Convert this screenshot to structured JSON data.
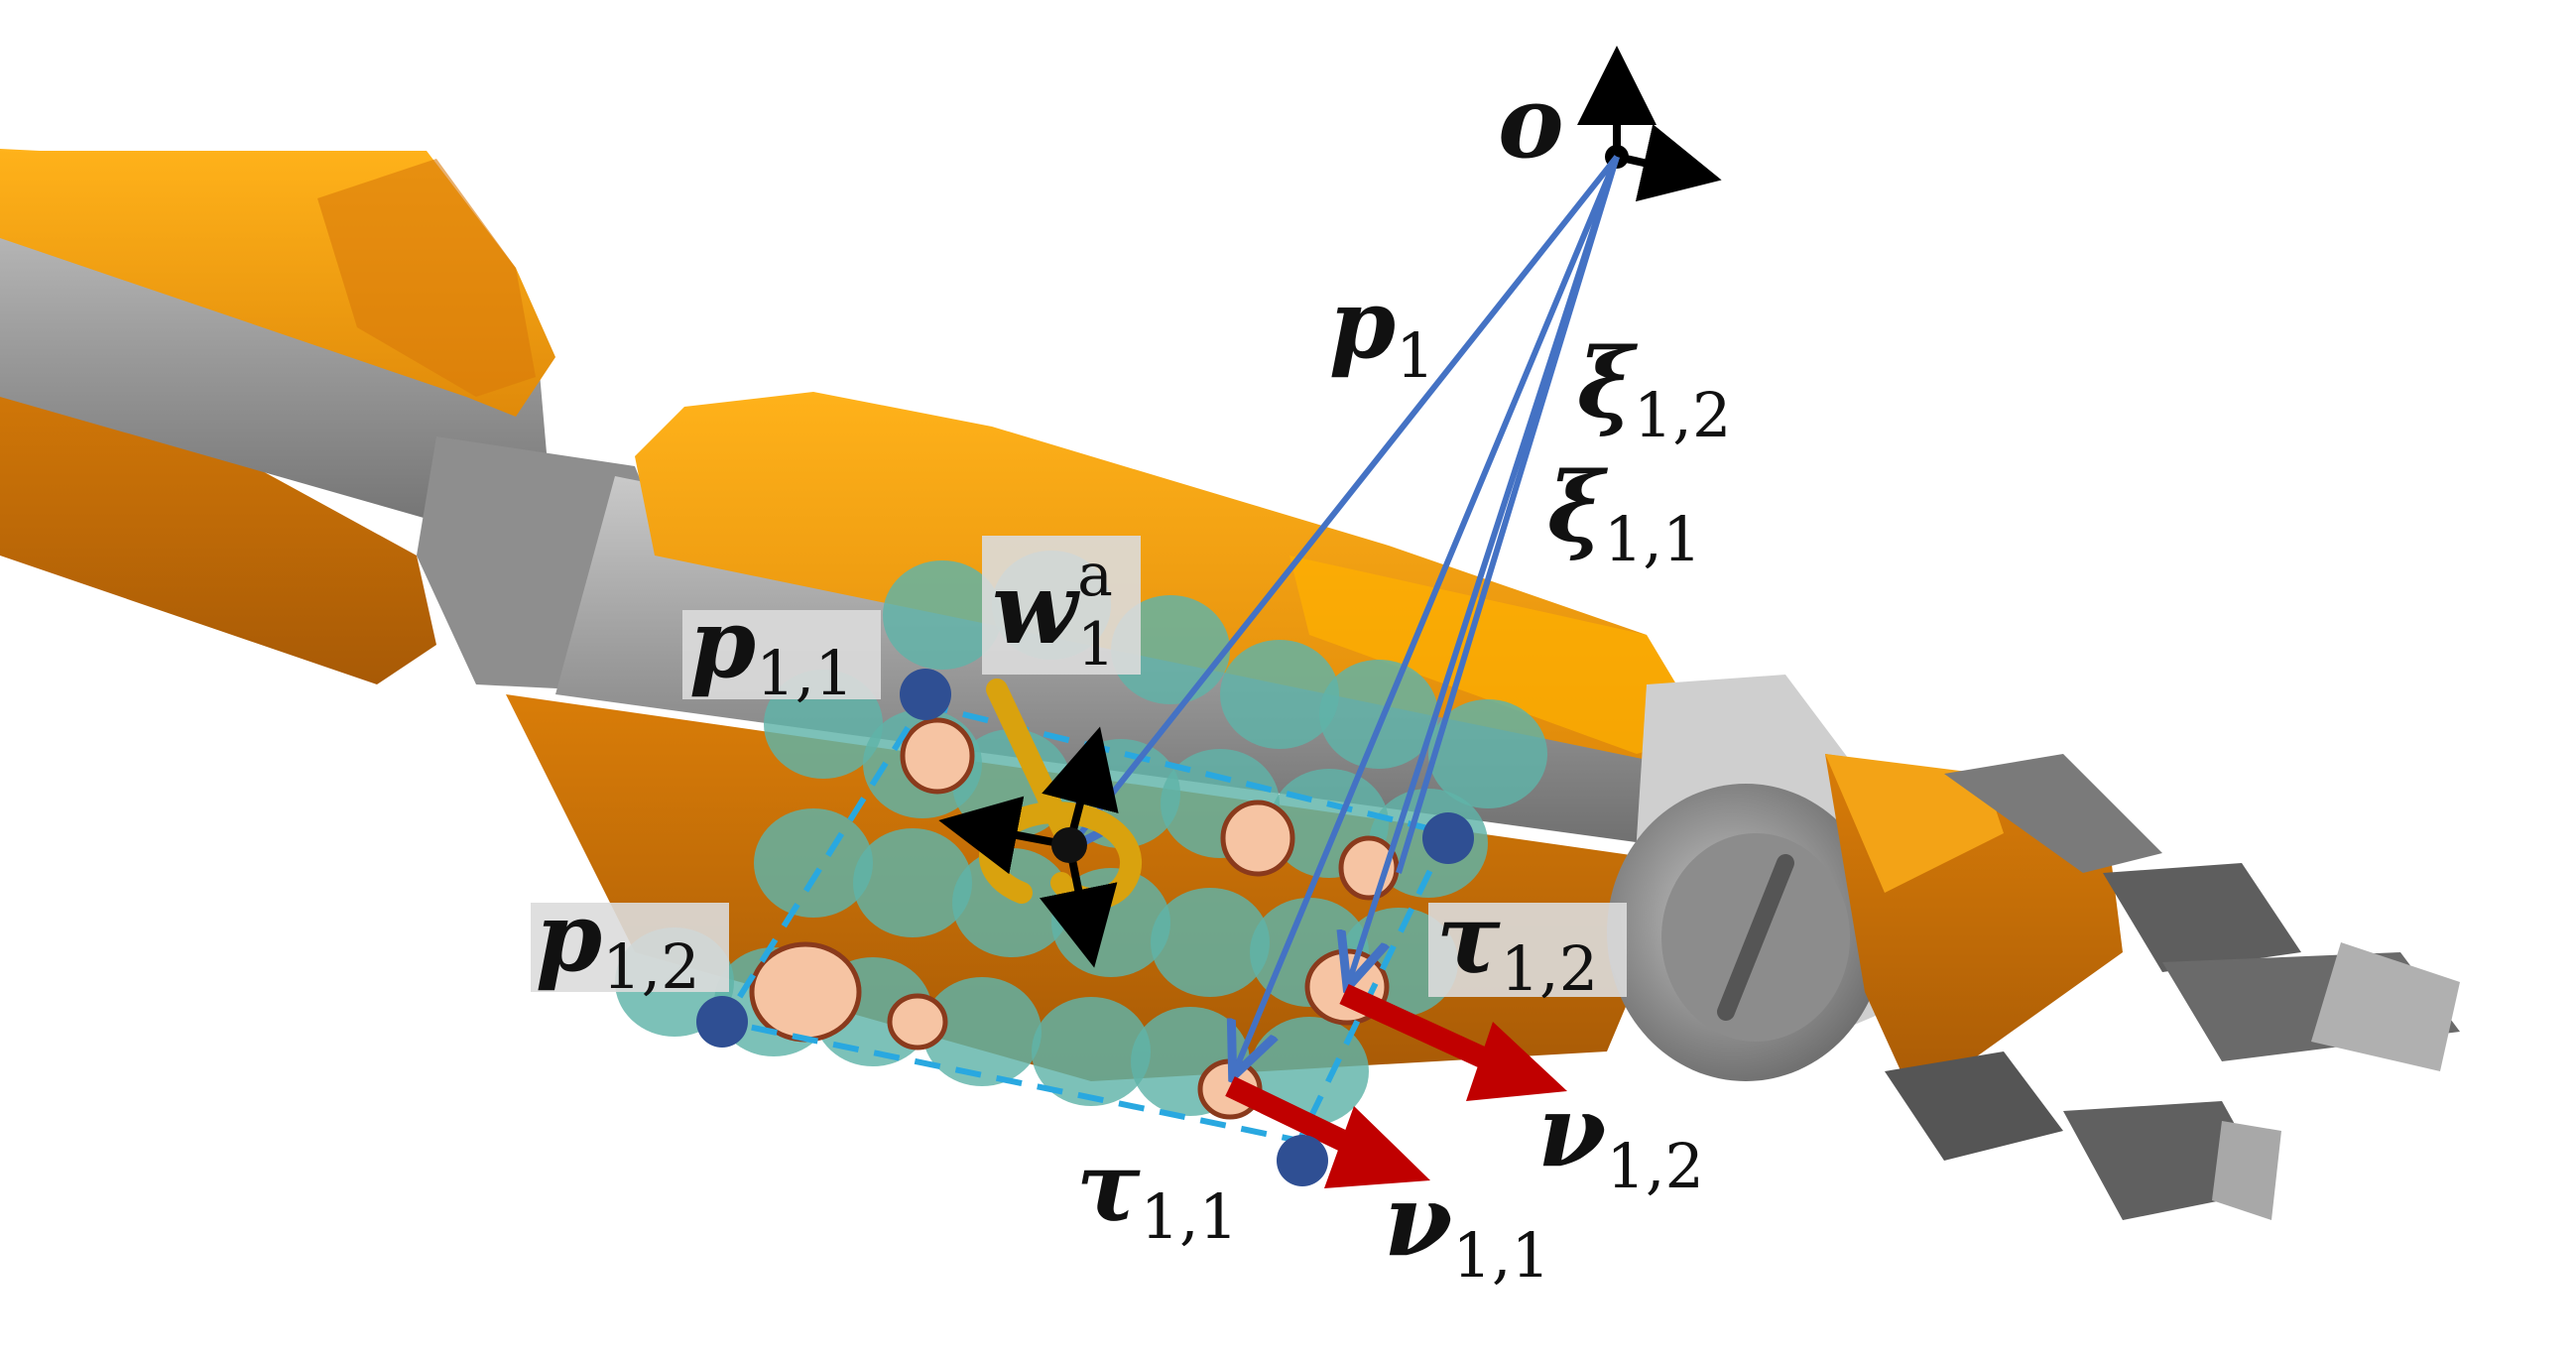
{
  "colors": {
    "arm_orange": "#e8900f",
    "arm_orange_dark": "#b8630a",
    "arm_gray": "#9a9a9a",
    "skin_cell": "#5fb3a8",
    "contact_patch": "#f6c4a3",
    "contact_outline": "#8a3a1c",
    "vector_blue": "#4472c4",
    "region_dash": "#29a8e0",
    "corner_point": "#2f4f93",
    "normal_red": "#c00000",
    "wrench_gold": "#d9a20e",
    "label_box": "#dcdcdc"
  },
  "labels": {
    "origin": "o",
    "p1": {
      "base": "p",
      "sub": "1"
    },
    "xi12": {
      "base": "ξ",
      "sub": "1,2"
    },
    "xi11": {
      "base": "ξ",
      "sub": "1,1"
    },
    "w1a": {
      "base": "w",
      "sub": "1",
      "sup": "a"
    },
    "p11": {
      "base": "p",
      "sub": "1,1"
    },
    "p12": {
      "base": "p",
      "sub": "1,2"
    },
    "tau12": {
      "base": "τ",
      "sub": "1,2"
    },
    "tau11": {
      "base": "τ",
      "sub": "1,1"
    },
    "nu12": {
      "base": "ν",
      "sub": "1,2"
    },
    "nu11": {
      "base": "ν",
      "sub": "1,1"
    }
  }
}
